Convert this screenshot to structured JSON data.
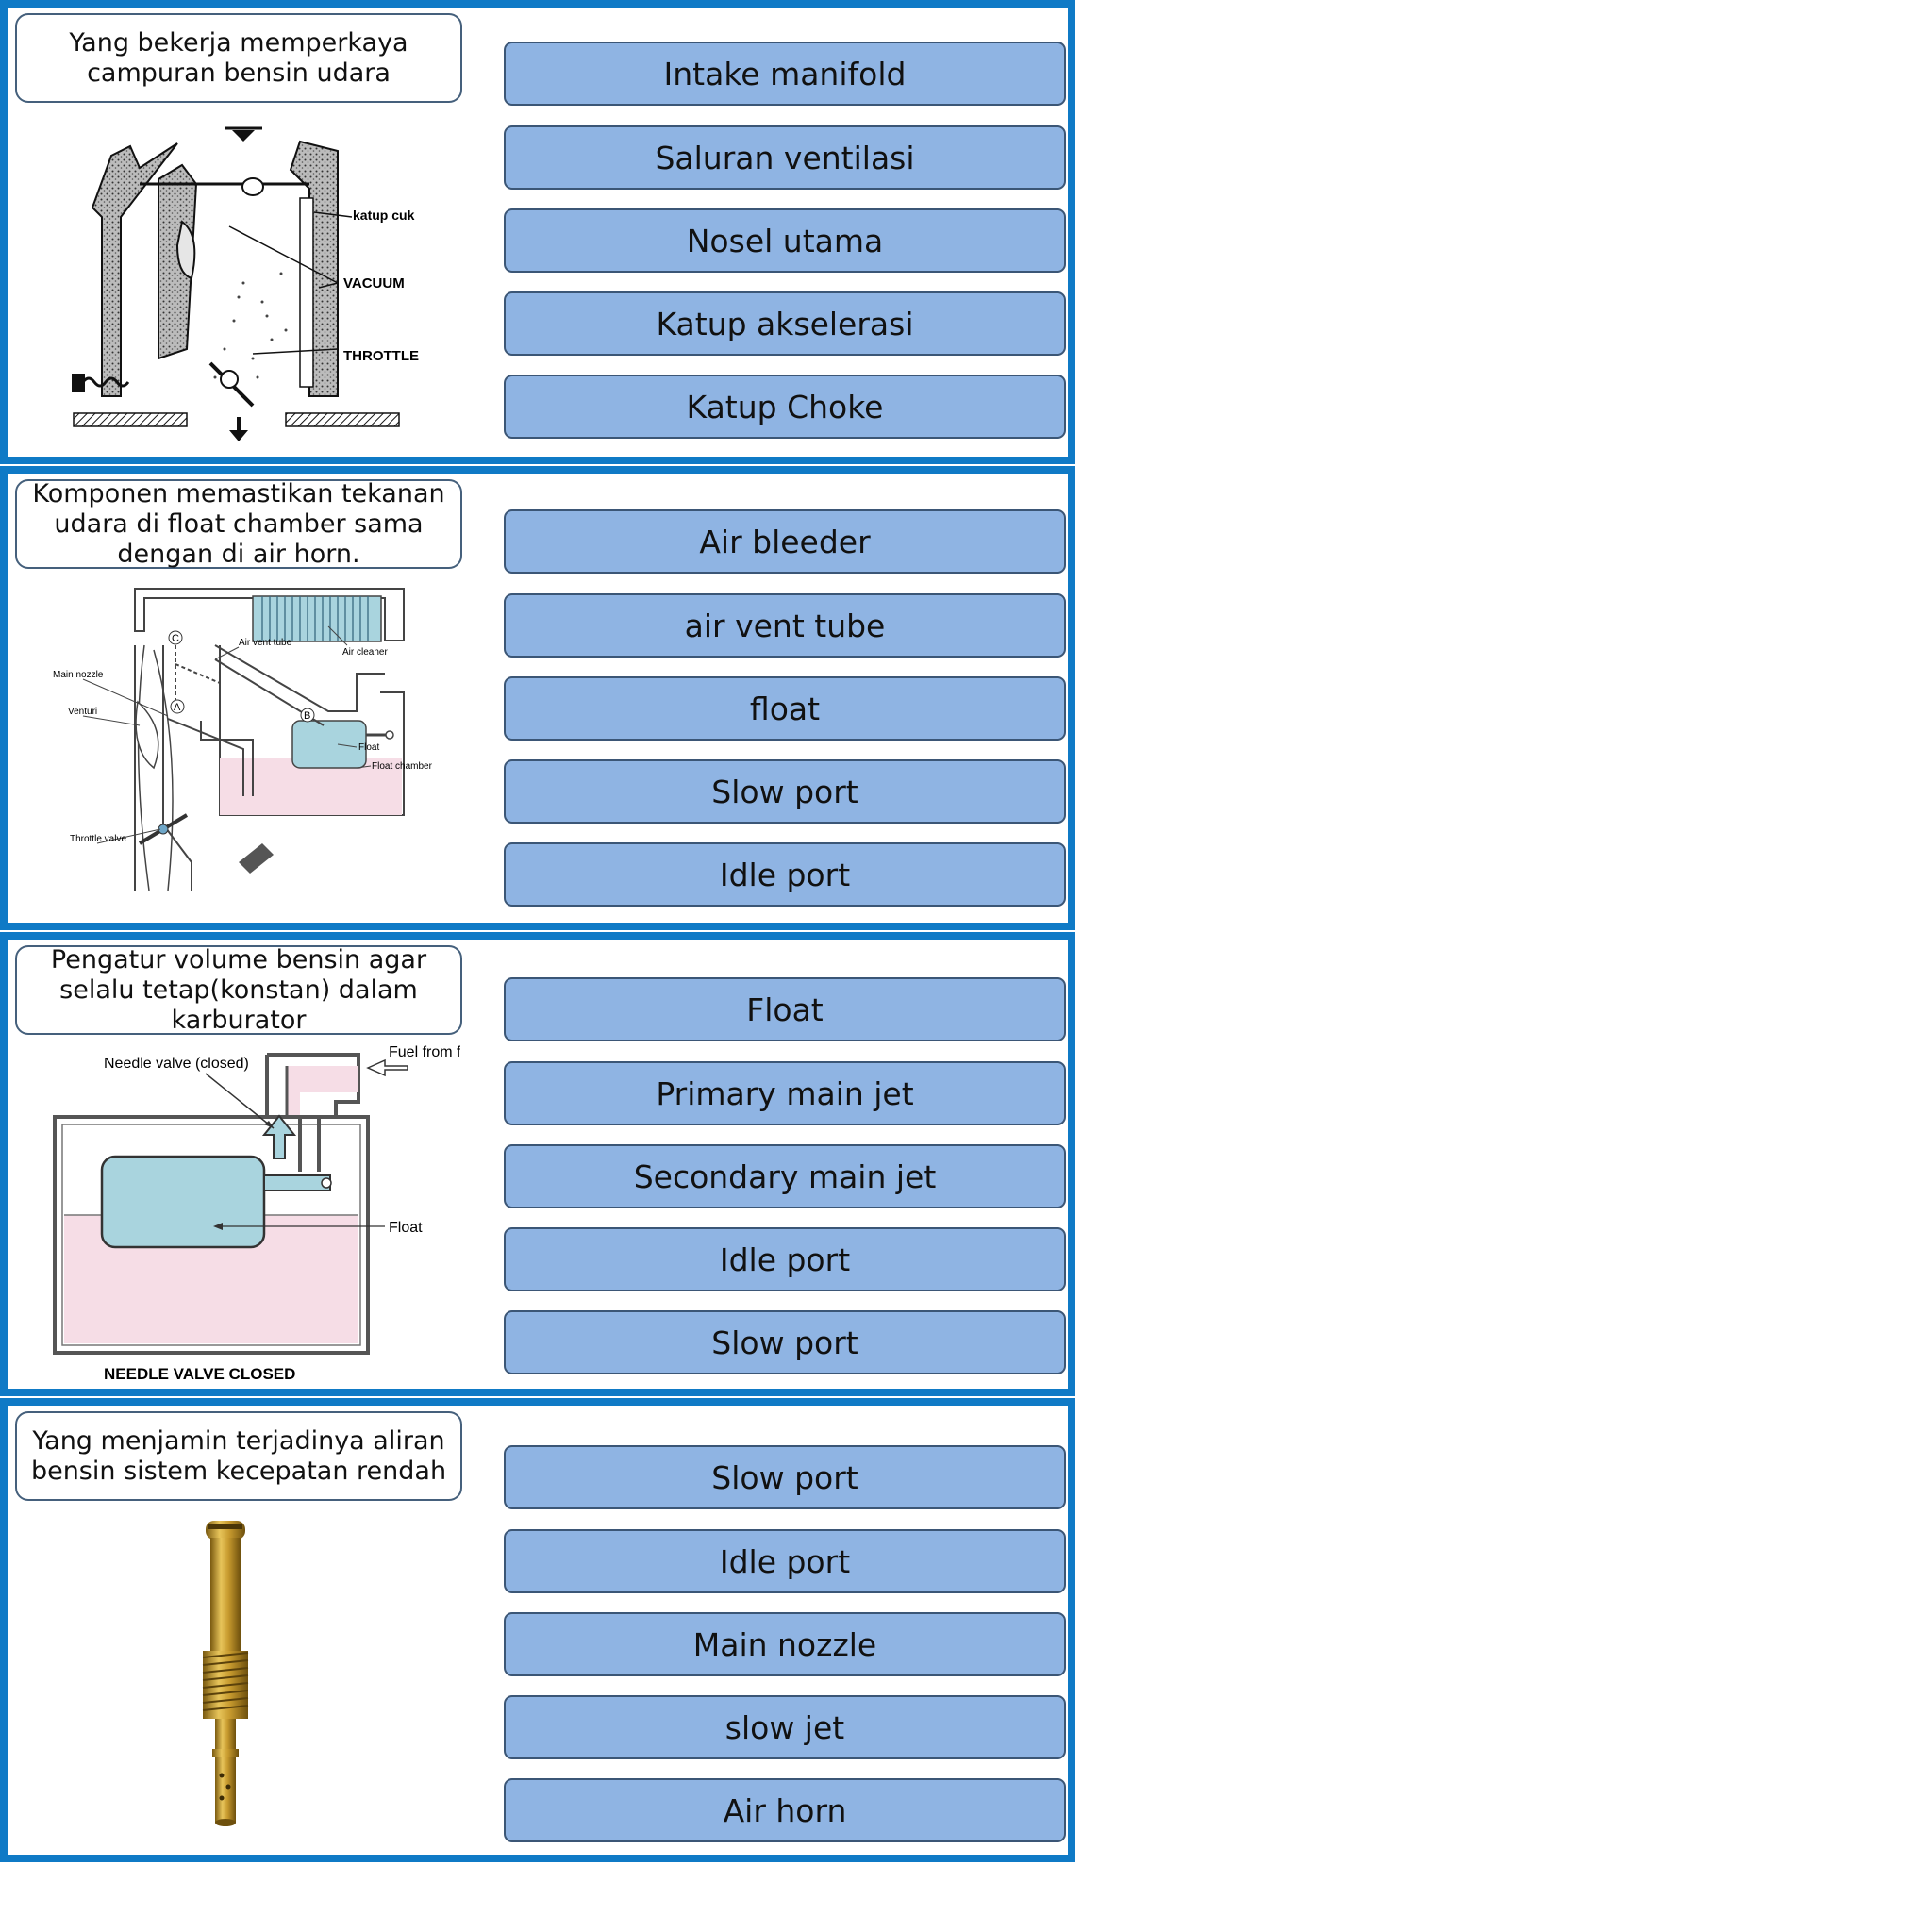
{
  "panels": [
    {
      "question": "Yang bekerja memperkaya campuran bensin udara",
      "diagram_labels": [
        "katup cuk",
        "VACUUM",
        "THROTTLE"
      ],
      "options": [
        "Intake manifold",
        "Saluran ventilasi",
        "Nosel utama",
        "Katup akselerasi",
        "Katup Choke"
      ]
    },
    {
      "question": "Komponen memastikan tekanan udara di float chamber sama dengan di air horn.",
      "diagram_labels": [
        "Air vent tube",
        "Air cleaner",
        "Main nozzle",
        "Venturi",
        "Float",
        "Float chamber",
        "Throttle valve",
        "A",
        "B",
        "C"
      ],
      "options": [
        "Air bleeder",
        "air vent tube",
        "float",
        "Slow port",
        "Idle port"
      ]
    },
    {
      "question": "Pengatur volume bensin agar selalu tetap(konstan) dalam karburator",
      "diagram_labels": [
        "Needle valve (closed)",
        "Fuel from fuel pump",
        "Float",
        "NEEDLE VALVE CLOSED"
      ],
      "options": [
        "Float",
        "Primary main jet",
        "Secondary main jet",
        "Idle port",
        "Slow port"
      ]
    },
    {
      "question": "Yang menjamin terjadinya aliran bensin sistem kecepatan rendah",
      "options": [
        "Slow port",
        "Idle port",
        "Main nozzle",
        "slow jet",
        "Air horn"
      ]
    }
  ],
  "colors": {
    "panel_border": "#0f7ac6",
    "option_fill": "#8fb4e3",
    "option_border": "#3b5676",
    "fuel_pink": "#f6dde6",
    "float_blue": "#a9d4de"
  }
}
